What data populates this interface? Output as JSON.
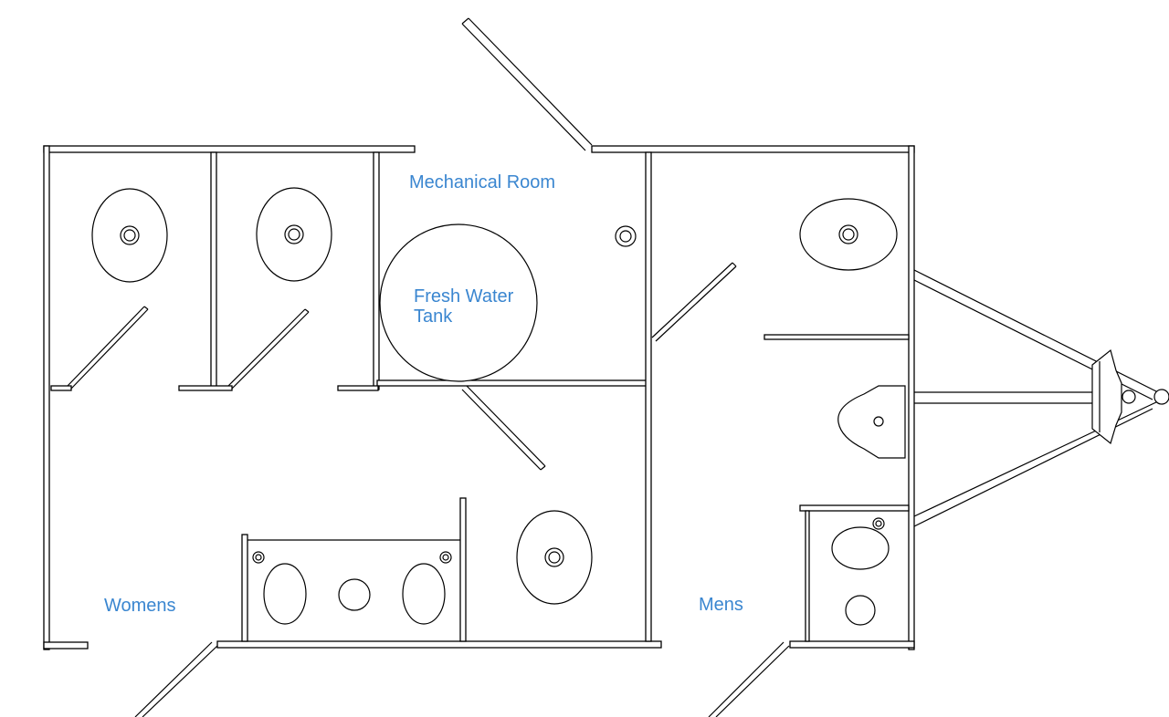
{
  "labels": {
    "mechanical_room": "Mechanical Room",
    "fresh_water_tank": "Fresh Water\nTank",
    "womens": "Womens",
    "mens": "Mens"
  },
  "colors": {
    "label_text": "#3a86d0",
    "line": "#000000",
    "background": "#ffffff"
  }
}
